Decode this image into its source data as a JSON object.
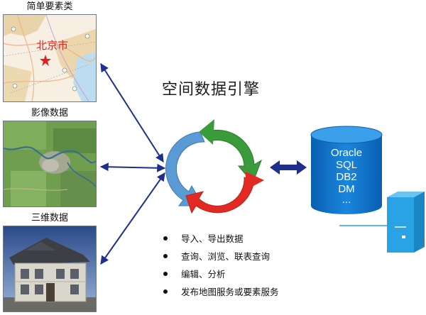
{
  "sources": [
    {
      "title": "简单要素类",
      "map_label": "北京市"
    },
    {
      "title": "影像数据"
    },
    {
      "title": "三维数据"
    }
  ],
  "engine": {
    "title": "空间数据引擎"
  },
  "databases": [
    "Oracle",
    "SQL",
    "DB2",
    "DM",
    "..."
  ],
  "features": [
    "导入、导出数据",
    "查询、浏览、联表查询",
    "编辑、分析",
    "发布地图服务或要素服务"
  ],
  "colors": {
    "arrow_dark_blue": "#1e2f8c",
    "cycle_blue": "#5a9bd5",
    "cycle_green": "#3a9b3a",
    "cycle_red": "#e32a22",
    "database_blue": "#0b6ec7",
    "server_blue": "#29a3e6"
  }
}
